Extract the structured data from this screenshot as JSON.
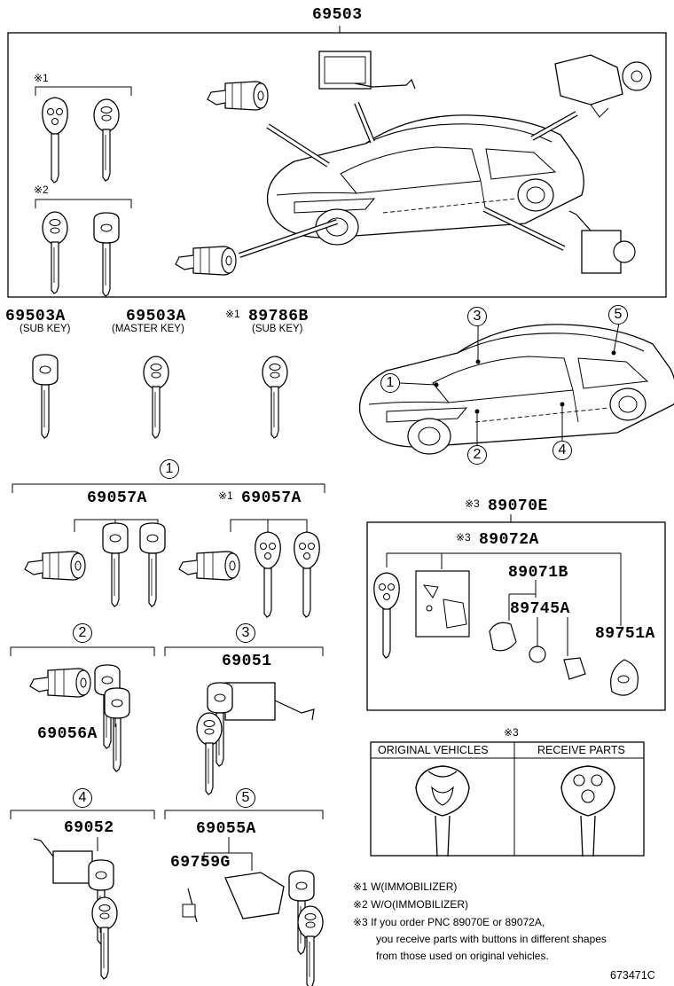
{
  "top": {
    "part": "69503"
  },
  "keys": [
    {
      "part": "69503A",
      "note": "(SUB KEY)",
      "marker": ""
    },
    {
      "part": "69503A",
      "note": "(MASTER KEY)",
      "marker": ""
    },
    {
      "part": "89786B",
      "note": "(SUB KEY)",
      "marker": "※1"
    }
  ],
  "top_groups": {
    "g1": "※1",
    "g2": "※2"
  },
  "locations": [
    "1",
    "2",
    "3",
    "4",
    "5"
  ],
  "section1": {
    "num": "1",
    "left": "69057A",
    "right": "69057A",
    "right_marker": "※1"
  },
  "section2": {
    "num": "2",
    "part": "69056A"
  },
  "section3": {
    "num": "3",
    "part": "69051"
  },
  "section4": {
    "num": "4",
    "part": "69052"
  },
  "section5": {
    "num": "5",
    "part1": "69055A",
    "part2": "69759G"
  },
  "remote": {
    "kit": "89070E",
    "kit_marker": "※3",
    "transmitter": "89072A",
    "transmitter_marker": "※3",
    "case": "89071B",
    "battery": "89745A",
    "cover": "89751A"
  },
  "compare": {
    "marker": "※3",
    "original": "ORIGINAL VEHICLES",
    "receive": "RECEIVE PARTS"
  },
  "notes": [
    "※1 W(IMMOBILIZER)",
    "※2 W/O(IMMOBILIZER)",
    "※3  If you order PNC 89070E or 89072A,",
    "you receive parts with buttons in different shapes",
    "from those used on original vehicles."
  ],
  "figure_id": "673471C"
}
